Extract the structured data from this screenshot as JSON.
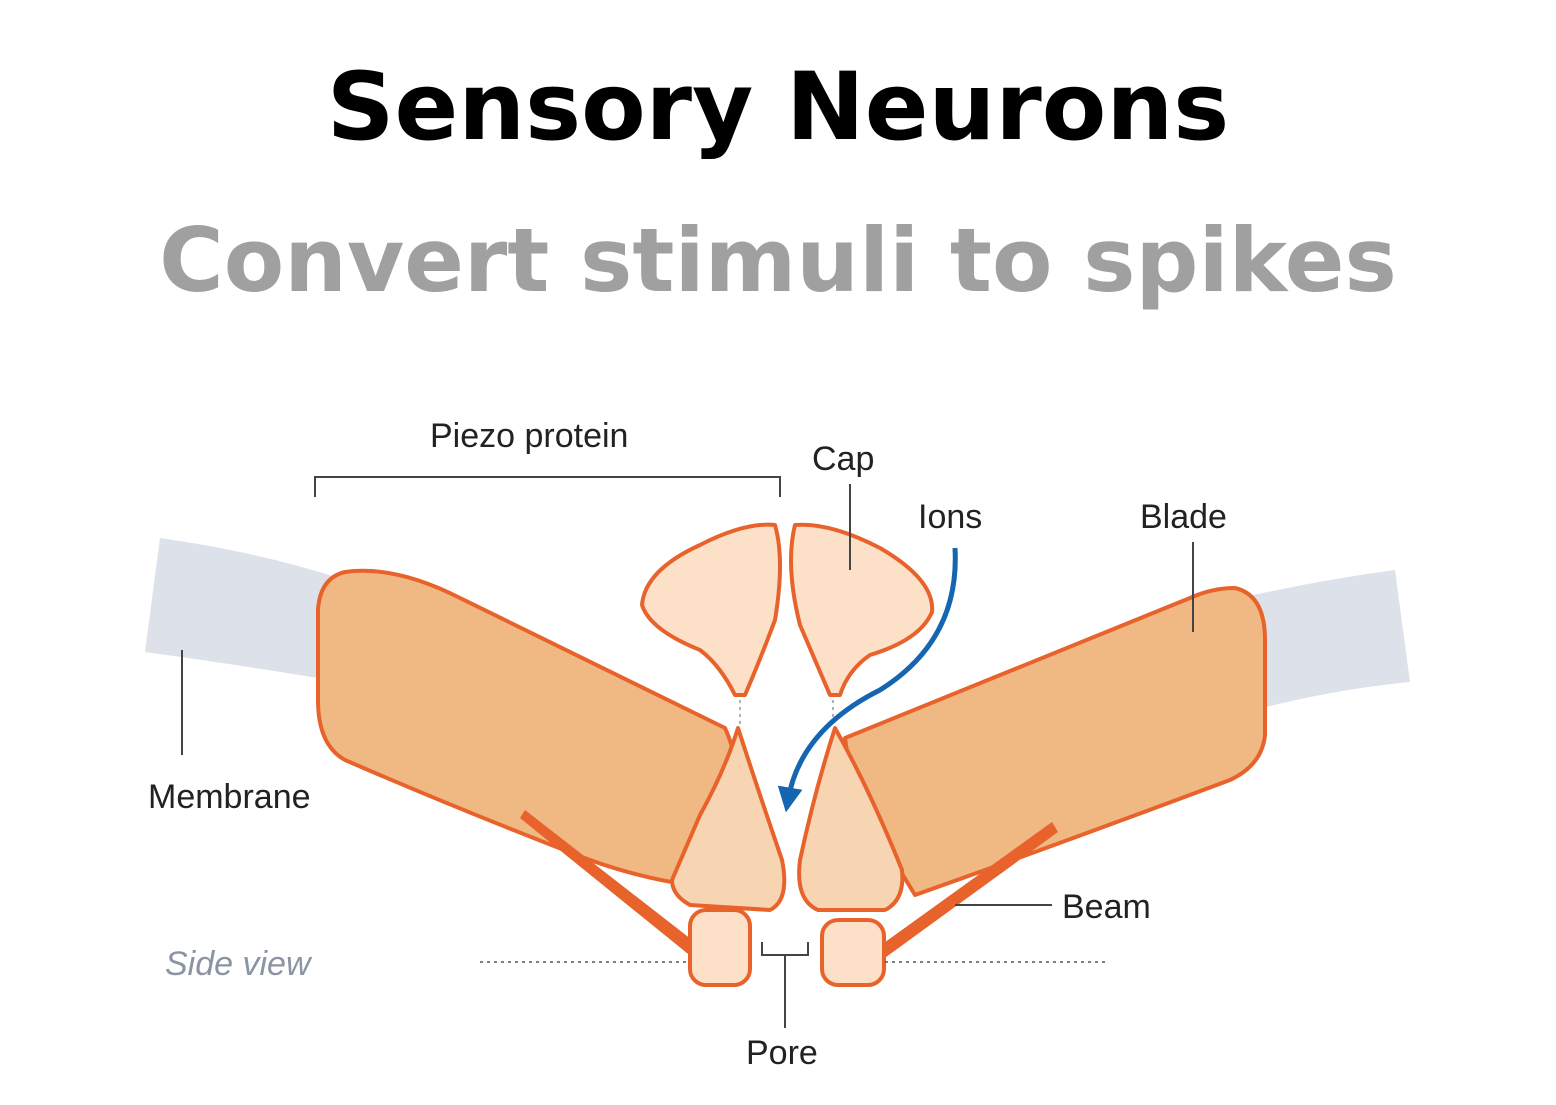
{
  "title": "Sensory Neurons",
  "subtitle": "Convert stimuli to spikes",
  "labels": {
    "piezo": "Piezo protein",
    "cap": "Cap",
    "ions": "Ions",
    "blade": "Blade",
    "membrane": "Membrane",
    "beam": "Beam",
    "side_view": "Side view",
    "pore": "Pore"
  },
  "colors": {
    "membrane": "#dde2ea",
    "blade_fill": "#f0b984",
    "cap_fill": "#fde0c8",
    "outline": "#e8632b",
    "ion_arrow": "#1565b0"
  }
}
